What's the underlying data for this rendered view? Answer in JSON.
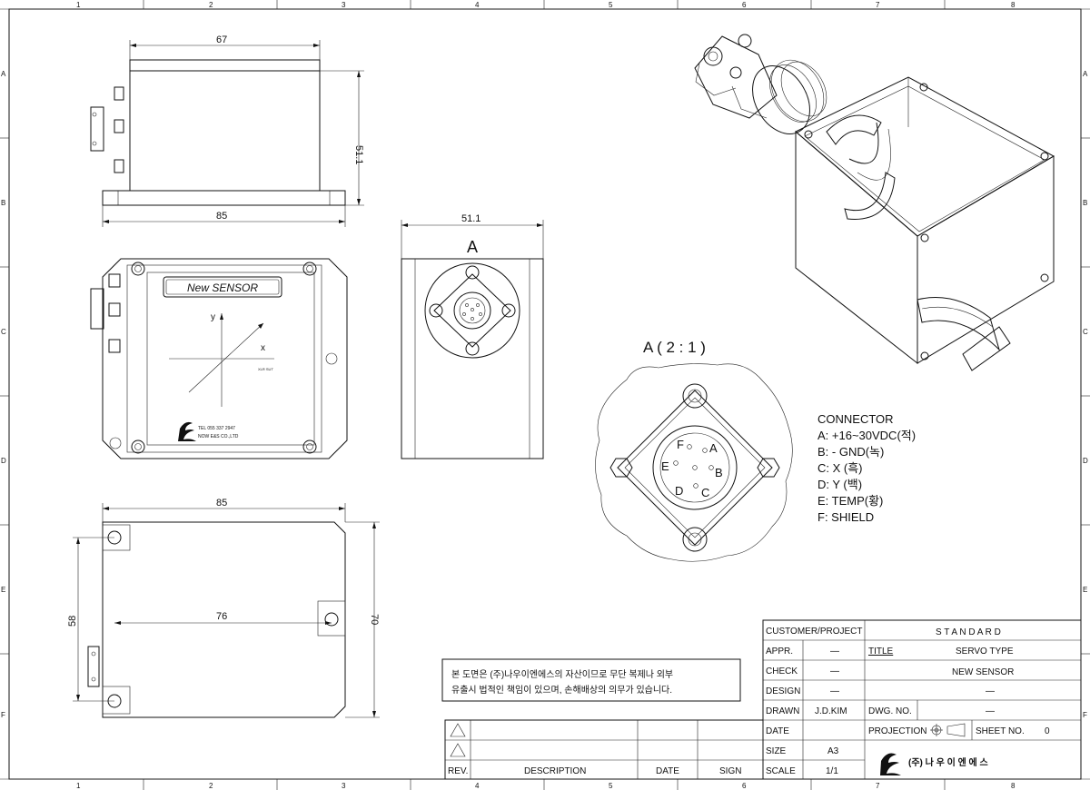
{
  "grid": {
    "cols": [
      "1",
      "2",
      "3",
      "4",
      "5",
      "6",
      "7",
      "8"
    ],
    "rows": [
      "A",
      "B",
      "C",
      "D",
      "E",
      "F"
    ]
  },
  "views": {
    "top_width": "67",
    "top_height": "51.1",
    "top_base": "85",
    "front_nameplate": "New SENSOR",
    "front_axis_y": "y",
    "front_axis_x": "x",
    "front_axis_note": "XLR SUT",
    "front_contact": "TEL 055 337 2947",
    "front_company": "NOW E&S CO.,LTD",
    "side_width": "51.1",
    "side_label": "A",
    "bottom_width": "85",
    "bottom_inner": "76",
    "bottom_height": "70",
    "bottom_left": "58"
  },
  "detail": {
    "title": "A ( 2 : 1 )",
    "pins": [
      "A",
      "B",
      "C",
      "D",
      "E",
      "F"
    ]
  },
  "connector": {
    "heading": "CONNECTOR",
    "lines": [
      "A: +16~30VDC(적)",
      "B: - GND(녹)",
      "C: X (흑)",
      "D: Y (백)",
      "E: TEMP(황)",
      "F: SHIELD"
    ]
  },
  "notice": {
    "line1": "본 도면은 (주)나우이엔에스의 자산이므로 무단 복제나 외부",
    "line2": "유출시 법적인 책임이 있으며, 손해배상의 의무가 있습니다."
  },
  "title_block": {
    "customer_label": "CUSTOMER/PROJECT",
    "customer_value": "S T A N D A R D",
    "appr_label": "APPR.",
    "appr_value": "—",
    "title_label": "TITLE",
    "title_line1": "SERVO TYPE",
    "check_label": "CHECK",
    "check_value": "—",
    "title_line2": "NEW SENSOR",
    "design_label": "DESIGN",
    "design_value": "—",
    "design_right": "—",
    "drawn_label": "DRAWN",
    "drawn_value": "J.D.KIM",
    "dwg_label": "DWG. NO.",
    "dwg_value": "—",
    "date_label": "DATE",
    "projection_label": "PROJECTION",
    "sheet_label": "SHEET NO.",
    "sheet_value": "0",
    "size_label": "SIZE",
    "size_value": "A3",
    "scale_label": "SCALE",
    "scale_value": "1/1",
    "company": "(주) 나 우 이 엔 에 스",
    "rev_label": "REV.",
    "desc_label": "DESCRIPTION",
    "date_col_label": "DATE",
    "sign_label": "SIGN"
  }
}
